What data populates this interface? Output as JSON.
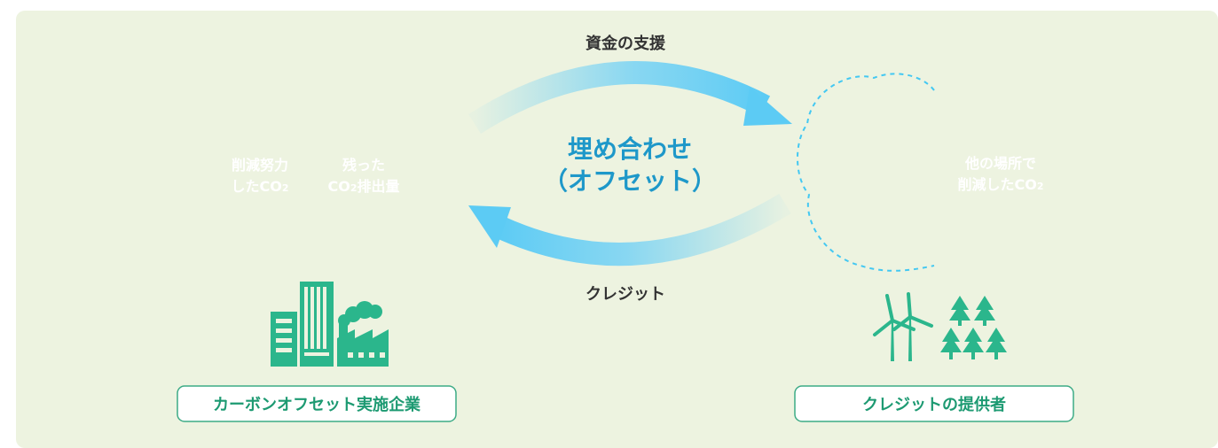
{
  "colors": {
    "background": "#edf3e0",
    "cloud_light": "#43c8f2",
    "cloud_dark": "#037595",
    "arrow": "#6fd0f6",
    "accent_text": "#1e98c9",
    "icon_green": "#2bb68c",
    "label_border": "#3dab86",
    "label_text": "#1d9a72"
  },
  "diagram": {
    "top_arrow_label": "資金の支援",
    "center_label_line1": "埋め合わせ",
    "center_label_line2": "（オフセット）",
    "bottom_arrow_label": "クレジット",
    "left_cloud": {
      "left_text_line1": "削減努力",
      "left_text_line2_prefix": "したCO",
      "left_text_line2_sub": "2",
      "right_text_line1": "残った",
      "right_text_line2_prefix": "CO",
      "right_text_line2_sub": "2",
      "right_text_line2_suffix": "排出量"
    },
    "right_cloud": {
      "text_line1": "他の場所で",
      "text_line2_prefix": "削減したCO",
      "text_line2_sub": "2"
    },
    "left_entity_label": "カーボンオフセット実施企業",
    "right_entity_label": "クレジットの提供者"
  },
  "icons": {
    "left": [
      "building-icon",
      "factory-icon"
    ],
    "right": [
      "wind-turbine-icon",
      "forest-icon"
    ]
  }
}
